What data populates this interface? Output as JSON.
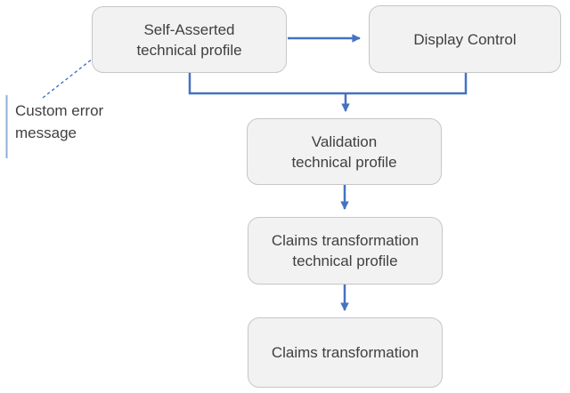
{
  "diagram": {
    "nodes": [
      {
        "id": "self-asserted-technical-profile",
        "lines": [
          "Self-Asserted",
          "technical profile"
        ]
      },
      {
        "id": "display-control",
        "lines": [
          "Display Control"
        ]
      },
      {
        "id": "validation-technical-profile",
        "lines": [
          "Validation",
          "technical profile"
        ]
      },
      {
        "id": "claims-transformation-technical-profile",
        "lines": [
          "Claims transformation",
          "technical profile"
        ]
      },
      {
        "id": "claims-transformation",
        "lines": [
          "Claims transformation"
        ]
      }
    ],
    "annotation": {
      "lines": [
        "Custom error",
        "message"
      ]
    },
    "edges": [
      {
        "from": "self-asserted-technical-profile",
        "to": "display-control",
        "style": "solid-arrow"
      },
      {
        "from": "self-asserted-technical-profile & display-control",
        "to": "validation-technical-profile",
        "style": "solid-elbow-arrow"
      },
      {
        "from": "validation-technical-profile",
        "to": "claims-transformation-technical-profile",
        "style": "solid-arrow"
      },
      {
        "from": "claims-transformation-technical-profile",
        "to": "claims-transformation",
        "style": "solid-arrow"
      },
      {
        "from": "custom-error-message",
        "to": "self-asserted-technical-profile",
        "style": "dashed-line"
      }
    ],
    "colors": {
      "connector_blue": "#4472C4",
      "annotation_bar_blue": "#8FAFD6",
      "node_fill": "#F2F2F2",
      "node_border": "#C6C6C6",
      "text": "#404040",
      "background": "#FFFFFF"
    }
  }
}
